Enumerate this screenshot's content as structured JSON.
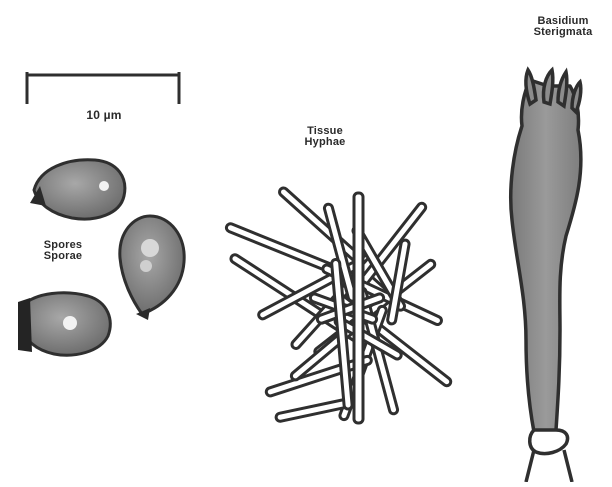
{
  "scale_bar": {
    "label": "10 µm"
  },
  "labels": {
    "spores": [
      "Spores",
      "Sporae"
    ],
    "tissue": [
      "Tissue",
      "Hyphae"
    ],
    "basidium": [
      "Basidium",
      "Sterigmata"
    ]
  },
  "colors": {
    "outline": "#2f2f2f",
    "spore_fill": "#8a8a8a",
    "basidium_fill": "#8c8c8c",
    "hyphae_fill": "#ffffff",
    "apical_pore": "#f2f2f2",
    "hilum": "#242424"
  }
}
